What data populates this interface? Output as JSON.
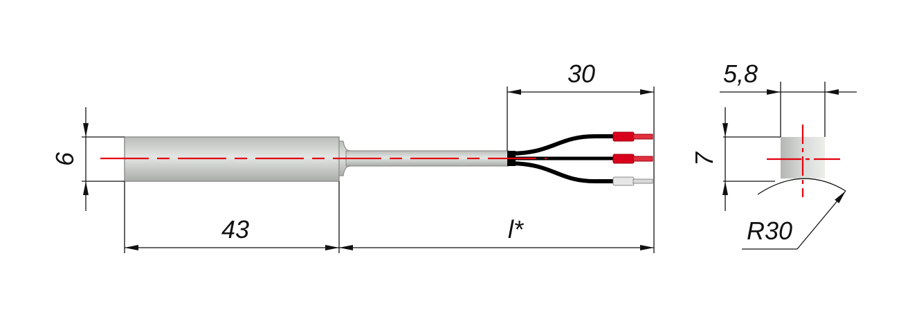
{
  "dimensions": {
    "diameter": "6",
    "body_length": "43",
    "cable_length": "l*",
    "lead_length": "30",
    "width": "5,8",
    "height": "7",
    "radius": "R30"
  },
  "colors": {
    "centerline": "#e3000f",
    "body": "#c9ccc8",
    "wire": "#000000",
    "terminal_red": "#d9001b",
    "terminal_white": "#e6e6e6"
  }
}
